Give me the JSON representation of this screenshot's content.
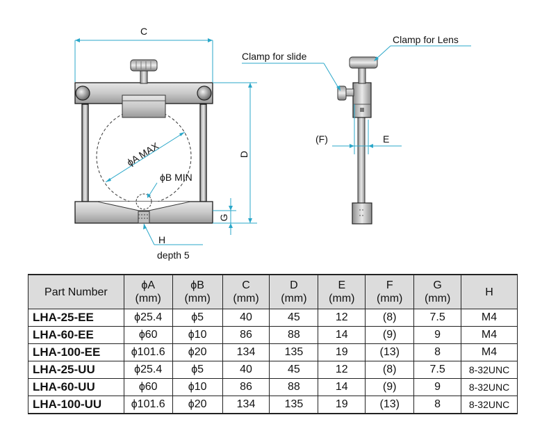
{
  "drawing": {
    "dim_c": "C",
    "dim_d": "D",
    "dim_e": "E",
    "dim_f": "(F)",
    "dim_g": "G",
    "dim_h": "H",
    "depth": "depth 5",
    "phi_a_max": "ϕA MAX",
    "phi_b_min": "ϕB MIN",
    "clamp_lens": "Clamp for Lens",
    "clamp_slide": "Clamp for slide",
    "accent_color": "#2aa7c9"
  },
  "table": {
    "headers": [
      {
        "name": "Part Number",
        "unit": ""
      },
      {
        "name": "ϕA",
        "unit": "(mm)"
      },
      {
        "name": "ϕB",
        "unit": "(mm)"
      },
      {
        "name": "C",
        "unit": "(mm)"
      },
      {
        "name": "D",
        "unit": "(mm)"
      },
      {
        "name": "E",
        "unit": "(mm)"
      },
      {
        "name": "F",
        "unit": "(mm)"
      },
      {
        "name": "G",
        "unit": "(mm)"
      },
      {
        "name": "H",
        "unit": ""
      }
    ],
    "rows": [
      [
        "LHA-25-EE",
        "ϕ25.4",
        "ϕ5",
        "40",
        "45",
        "12",
        "(8)",
        "7.5",
        "M4"
      ],
      [
        "LHA-60-EE",
        "ϕ60",
        "ϕ10",
        "86",
        "88",
        "14",
        "(9)",
        "9",
        "M4"
      ],
      [
        "LHA-100-EE",
        "ϕ101.6",
        "ϕ20",
        "134",
        "135",
        "19",
        "(13)",
        "8",
        "M4"
      ],
      [
        "LHA-25-UU",
        "ϕ25.4",
        "ϕ5",
        "40",
        "45",
        "12",
        "(8)",
        "7.5",
        "8-32UNC"
      ],
      [
        "LHA-60-UU",
        "ϕ60",
        "ϕ10",
        "86",
        "88",
        "14",
        "(9)",
        "9",
        "8-32UNC"
      ],
      [
        "LHA-100-UU",
        "ϕ101.6",
        "ϕ20",
        "134",
        "135",
        "19",
        "(13)",
        "8",
        "8-32UNC"
      ]
    ]
  }
}
